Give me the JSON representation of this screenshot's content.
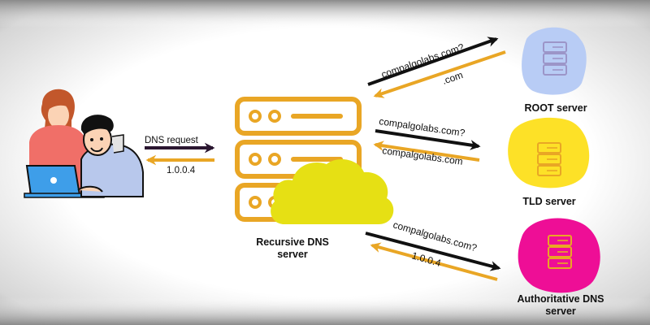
{
  "user_request": {
    "label": "DNS request",
    "response": "1.0.0.4"
  },
  "recursive": {
    "title_line1": "Recursive DNS",
    "title_line2": "server"
  },
  "root": {
    "query": "compalgolabs.com?",
    "response": ".com",
    "label": "ROOT server",
    "color": "#b8ccf5"
  },
  "tld": {
    "query": "compalgolabs.com?",
    "response": "compalgolabs.com",
    "label": "TLD server",
    "color": "#fde127"
  },
  "authoritative": {
    "query": "compalgolabs.com?",
    "response": "1.0.0.4",
    "label_line1": "Authoritative DNS",
    "label_line2": "server",
    "color": "#ee0e96"
  },
  "colors": {
    "server_orange": "#e9a625",
    "cloud_yellow": "#e6e014",
    "arrow_black": "#111111",
    "arrow_orange": "#e9a625"
  }
}
